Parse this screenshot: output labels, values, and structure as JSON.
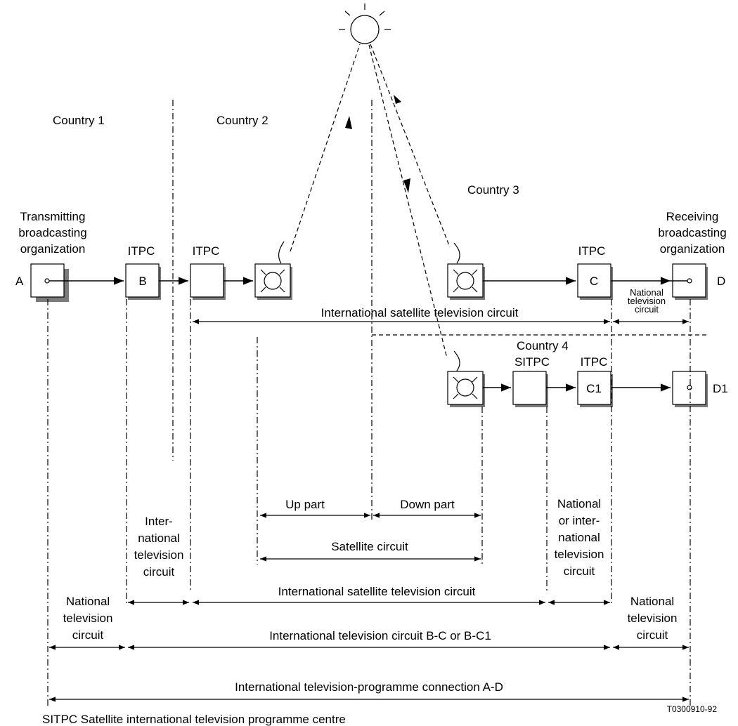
{
  "countries": {
    "c1": "Country 1",
    "c2": "Country 2",
    "c3": "Country 3",
    "c4": "Country 4"
  },
  "nodes": {
    "transmitting": [
      "Transmitting",
      "broadcasting",
      "organization"
    ],
    "receiving": [
      "Receiving",
      "broadcasting",
      "organization"
    ],
    "itpc": "ITPC",
    "sitpc": "SITPC",
    "a": "A",
    "b": "B",
    "c": "C",
    "c1": "C1",
    "d": "D",
    "d1": "D1"
  },
  "spans": {
    "intl_sat_circuit": "International satellite television circuit",
    "national_circuit_small": [
      "National",
      "television",
      "circuit"
    ],
    "up_part": "Up part",
    "down_part": "Down part",
    "satellite_circuit": "Satellite circuit",
    "intl_tv_circuit_stack": [
      "Inter-",
      "national",
      "television",
      "circuit"
    ],
    "nat_or_intl_stack": [
      "National",
      "or inter-",
      "national",
      "television",
      "circuit"
    ],
    "national_left": [
      "National",
      "television",
      "circuit"
    ],
    "national_right": [
      "National",
      "television",
      "circuit"
    ],
    "intl_tv_circuit_bc": "International television circuit B-C or B-C1",
    "connection_ad": "International television-programme connection A-D"
  },
  "footer": {
    "legend": "SITPC  Satellite international television programme centre",
    "code": "T0300910-92"
  }
}
